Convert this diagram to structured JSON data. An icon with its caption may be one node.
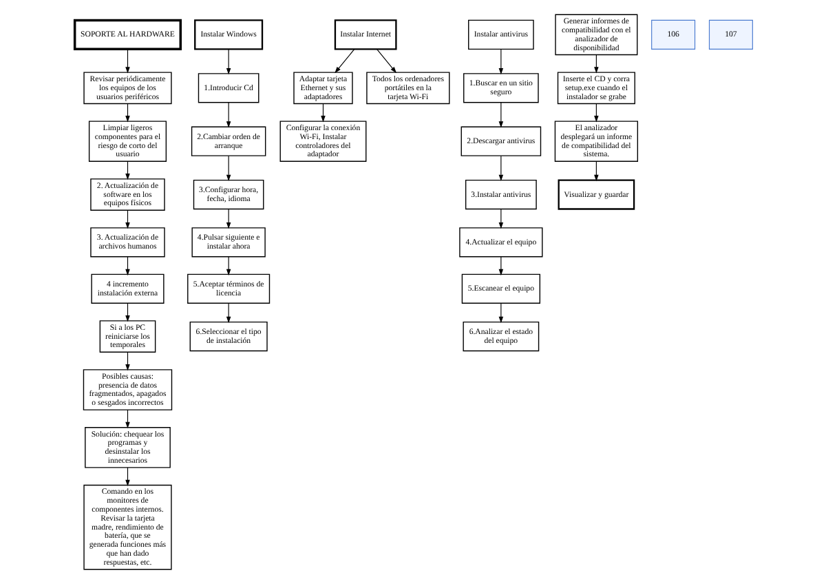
{
  "diagram": {
    "nodes": [
      {
        "text": [
          "SOPORTE AL HARDWARE"
        ]
      },
      {
        "text": [
          "Revisar periódicamente los equipos de los usuarios periféricos"
        ]
      },
      {
        "text": [
          "Limpiar ligeros componentes para el riesgo de corto del usuario"
        ]
      },
      {
        "text": [
          "2. Actualización de software en los equipos físicos"
        ]
      },
      {
        "text": [
          "3. Actualización de archivos humanos"
        ]
      },
      {
        "text": [
          "4 incremento instalación externa"
        ]
      },
      {
        "text": [
          "Si a los PC reiniciarse los temporales"
        ]
      },
      {
        "text": [
          "Comando en los monitores de componentes internos. Revisar la tarjeta madre, rendimiento de batería, que se generada funciones más que han dado respuestas, etc."
        ]
      },
      {
        "text": [
          "Solución: chequear los programas y desinstalar los innecesarios"
        ]
      },
      {
        "text": [
          "Posibles causas: presencia de datos fragmentados, apagados o sesgados incorrectos"
        ]
      },
      {
        "text": [
          "Instalar Windows"
        ]
      },
      {
        "text": [
          "1.Introducir Cd"
        ]
      },
      {
        "text": [
          "2.Cambiar orden de arranque"
        ]
      },
      {
        "text": [
          "3.Configurar hora, fecha, idioma"
        ]
      },
      {
        "text": [
          "4.Pulsar siguiente e instalar ahora"
        ]
      },
      {
        "text": [
          "5.Aceptar términos de licencia"
        ]
      },
      {
        "text": [
          "6.Seleccionar el tipo de instalación"
        ]
      },
      {
        "text": [
          "Instalar Internet"
        ]
      },
      {
        "text": [
          "Adaptar tarjeta Ethernet y sus adaptadores"
        ]
      },
      {
        "text": [
          "Configurar la conexión Wi-Fi, Instalar controladores del adaptador"
        ]
      },
      {
        "text": [
          "Todos los ordenadores portátiles en la tarjeta Wi-Fi"
        ]
      },
      {
        "text": [
          "Instalar antivirus"
        ]
      },
      {
        "text": [
          "1.Buscar en un sitio seguro"
        ]
      },
      {
        "text": [
          "2.Descargar antivirus"
        ]
      },
      {
        "text": [
          "3.Instalar antivirus"
        ]
      },
      {
        "text": [
          "4.Actualizar el equipo"
        ]
      },
      {
        "text": [
          "5.Escanear el equipo"
        ]
      },
      {
        "text": [
          "6.Analizar el estado del equipo"
        ]
      },
      {
        "text": [
          "Generar informes de compatibilidad con el analizador de disponibilidad"
        ]
      },
      {
        "text": [
          "Inserte el CD y corra setup.exe cuando el instalador se grabe"
        ]
      },
      {
        "text": [
          "El analizador desplegará un informe de compatibilidad del sistema."
        ]
      },
      {
        "text": [
          "Visualizar y guardar"
        ]
      }
    ],
    "edges": [
      {
        "from": 0,
        "to": 1,
        "arrow": "to"
      },
      {
        "from": 1,
        "to": 2,
        "arrow": "to"
      },
      {
        "from": 2,
        "to": 3,
        "arrow": "to"
      },
      {
        "from": 3,
        "to": 4,
        "arrow": "to"
      },
      {
        "from": 4,
        "to": 5,
        "arrow": "to"
      },
      {
        "from": 5,
        "to": 6,
        "arrow": "to"
      },
      {
        "from": 6,
        "to": 9,
        "arrow": "to"
      },
      {
        "from": 9,
        "to": 8,
        "arrow": "to"
      },
      {
        "from": 8,
        "to": 7,
        "arrow": "to"
      },
      {
        "from": 10,
        "to": 11,
        "arrow": "to"
      },
      {
        "from": 11,
        "to": 12,
        "arrow": "to"
      },
      {
        "from": 12,
        "to": 13,
        "arrow": "to"
      },
      {
        "from": 13,
        "to": 14,
        "arrow": "to"
      },
      {
        "from": 14,
        "to": 15,
        "arrow": "to"
      },
      {
        "from": 15,
        "to": 16,
        "arrow": "to"
      },
      {
        "from": 17,
        "to": 18,
        "arrow": "to"
      },
      {
        "from": 18,
        "to": 19,
        "arrow": "to"
      },
      {
        "from": 17,
        "to": 20,
        "arrow": "to"
      },
      {
        "from": 21,
        "to": 22,
        "arrow": "to"
      },
      {
        "from": 22,
        "to": 23,
        "arrow": "to"
      },
      {
        "from": 23,
        "to": 24,
        "arrow": "to"
      },
      {
        "from": 24,
        "to": 25,
        "arrow": "to"
      },
      {
        "from": 25,
        "to": 26,
        "arrow": "to"
      },
      {
        "from": 26,
        "to": 27,
        "arrow": "to"
      },
      {
        "from": 28,
        "to": 29,
        "arrow": "to"
      },
      {
        "from": 29,
        "to": 30,
        "arrow": "to"
      },
      {
        "from": 30,
        "to": 31,
        "arrow": "to"
      }
    ],
    "labels": [
      "106",
      "107"
    ]
  }
}
